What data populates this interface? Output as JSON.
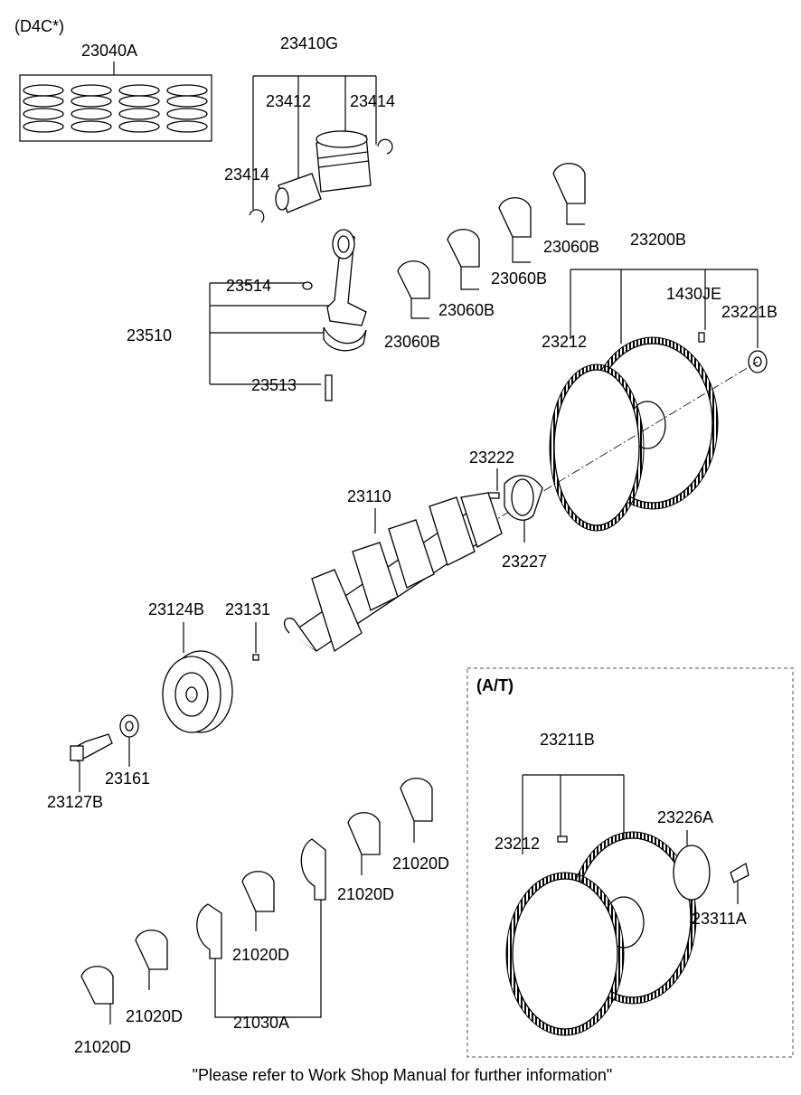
{
  "variant_label": "(D4C*)",
  "at_label": "(A/T)",
  "footer_note": "\"Please refer to Work Shop Manual for further information\"",
  "parts": {
    "p23040A": "23040A",
    "p23410G": "23410G",
    "p23412": "23412",
    "p23414_right": "23414",
    "p23414_left": "23414",
    "p23514": "23514",
    "p23510": "23510",
    "p23513": "23513",
    "p23060B_1": "23060B",
    "p23060B_2": "23060B",
    "p23060B_3": "23060B",
    "p23060B_4": "23060B",
    "p23200B": "23200B",
    "p1430JE": "1430JE",
    "p23221B": "23221B",
    "p23212_top": "23212",
    "p23222": "23222",
    "p23110": "23110",
    "p23227": "23227",
    "p23124B": "23124B",
    "p23131": "23131",
    "p23161": "23161",
    "p23127B": "23127B",
    "p21020D_1": "21020D",
    "p21020D_2": "21020D",
    "p21020D_3": "21020D",
    "p21020D_4": "21020D",
    "p21020D_5": "21020D",
    "p21030A": "21030A",
    "p23211B": "23211B",
    "p23212_at": "23212",
    "p23226A": "23226A",
    "p23311A": "23311A"
  }
}
